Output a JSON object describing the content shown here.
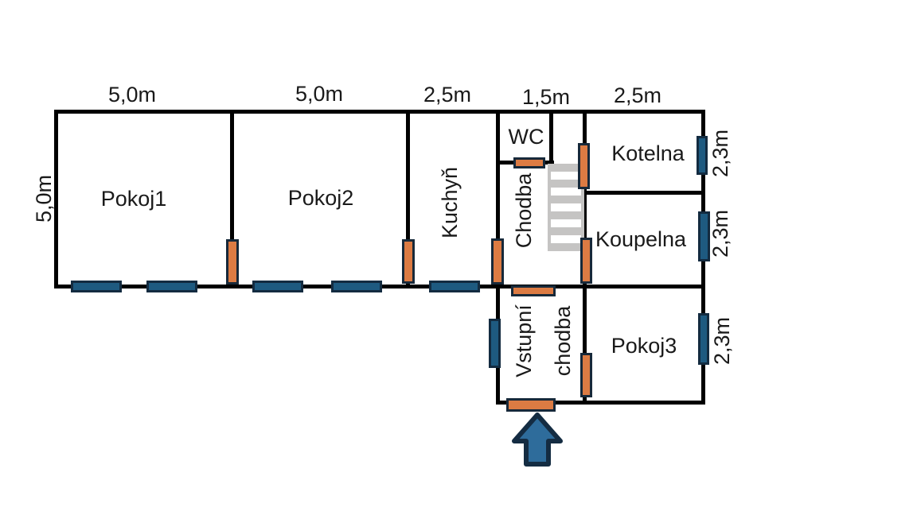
{
  "plan": {
    "dims_top": [
      "5,0m",
      "5,0m",
      "2,5m",
      "1,5m",
      "2,5m"
    ],
    "dim_left": "5,0m",
    "dims_right": [
      "2,3m",
      "2,3m",
      "2,3m"
    ],
    "rooms": {
      "pokoj1": "Pokoj1",
      "pokoj2": "Pokoj2",
      "kuchyn": "Kuchyň",
      "wc": "WC",
      "chodba": "Chodba",
      "kotelna": "Kotelna",
      "koupelna": "Koupelna",
      "vstupni_line1": "Vstupní",
      "vstupni_line2": "chodba",
      "pokoj3": "Pokoj3"
    }
  },
  "colors": {
    "wall": "#000000",
    "door-fill": "#dc7b43",
    "door-border": "#17293a",
    "window-fill": "#1e5a80",
    "window-border": "#132b40",
    "stairs": "#c5c4c3",
    "arrow-fill": "#2e6c9b",
    "arrow-border": "#142c42",
    "text": "#1a1a1a",
    "background": "#ffffff"
  }
}
